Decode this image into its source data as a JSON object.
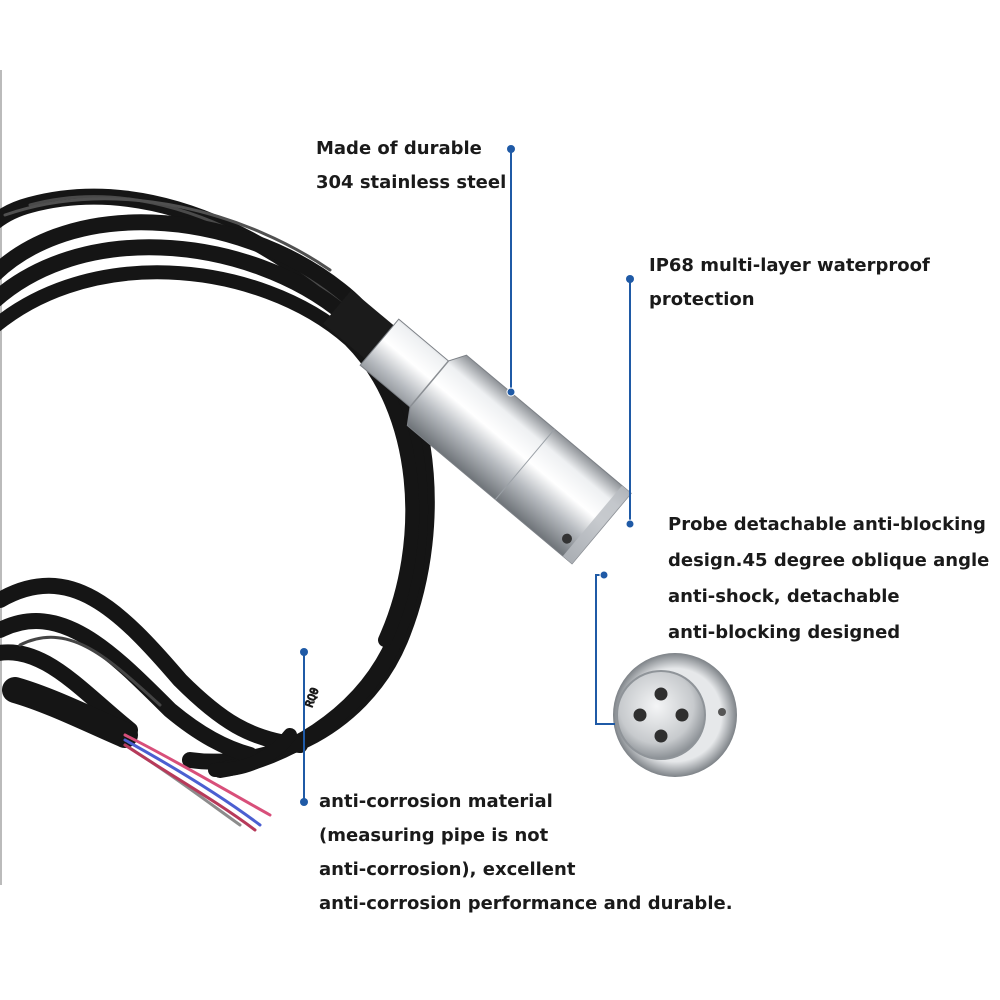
{
  "callouts": {
    "steel": {
      "lines": [
        "Made of durable",
        "304 stainless steel"
      ]
    },
    "waterproof": {
      "lines": [
        "IP68 multi-layer waterproof",
        "protection"
      ]
    },
    "probe": {
      "lines": [
        "Probe detachable anti-blocking",
        "design.45 degree oblique angle",
        "anti-shock, detachable",
        "anti-blocking designed"
      ]
    },
    "corrosion": {
      "lines": [
        "anti-corrosion material",
        "(measuring pipe is not",
        "anti-corrosion), excellent",
        "anti-corrosion performance and durable."
      ]
    }
  },
  "colors": {
    "leader": "#1f5aa6",
    "cable": "#151515",
    "steel": "#c9ccd0",
    "text": "#1a1a1a"
  }
}
